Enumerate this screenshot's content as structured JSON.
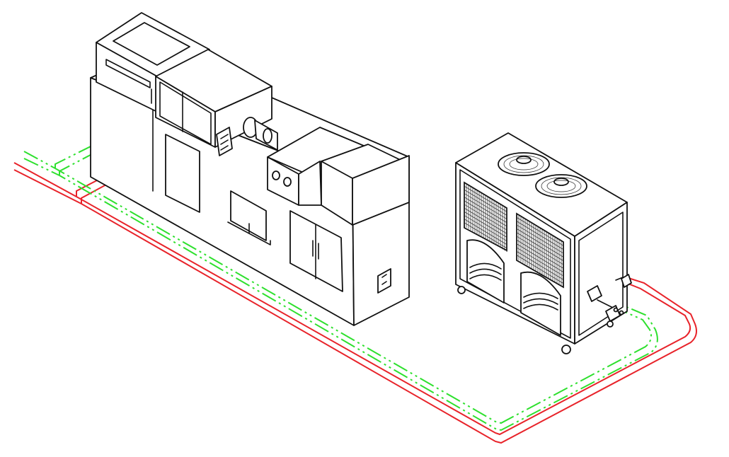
{
  "colors": {
    "background": "#ffffff",
    "outline": "#111111",
    "supply_line": "#e8232a",
    "return_line": "#2ee02e"
  },
  "components": [
    {
      "id": "molding-machine",
      "icon": "injection-molding-machine-icon"
    },
    {
      "id": "water-chiller",
      "icon": "air-cooled-chiller-icon"
    }
  ],
  "pipes": [
    {
      "id": "supply",
      "style": "solid-double",
      "color": "#e8232a"
    },
    {
      "id": "return",
      "style": "dash-dot-double",
      "color": "#2ee02e"
    }
  ]
}
